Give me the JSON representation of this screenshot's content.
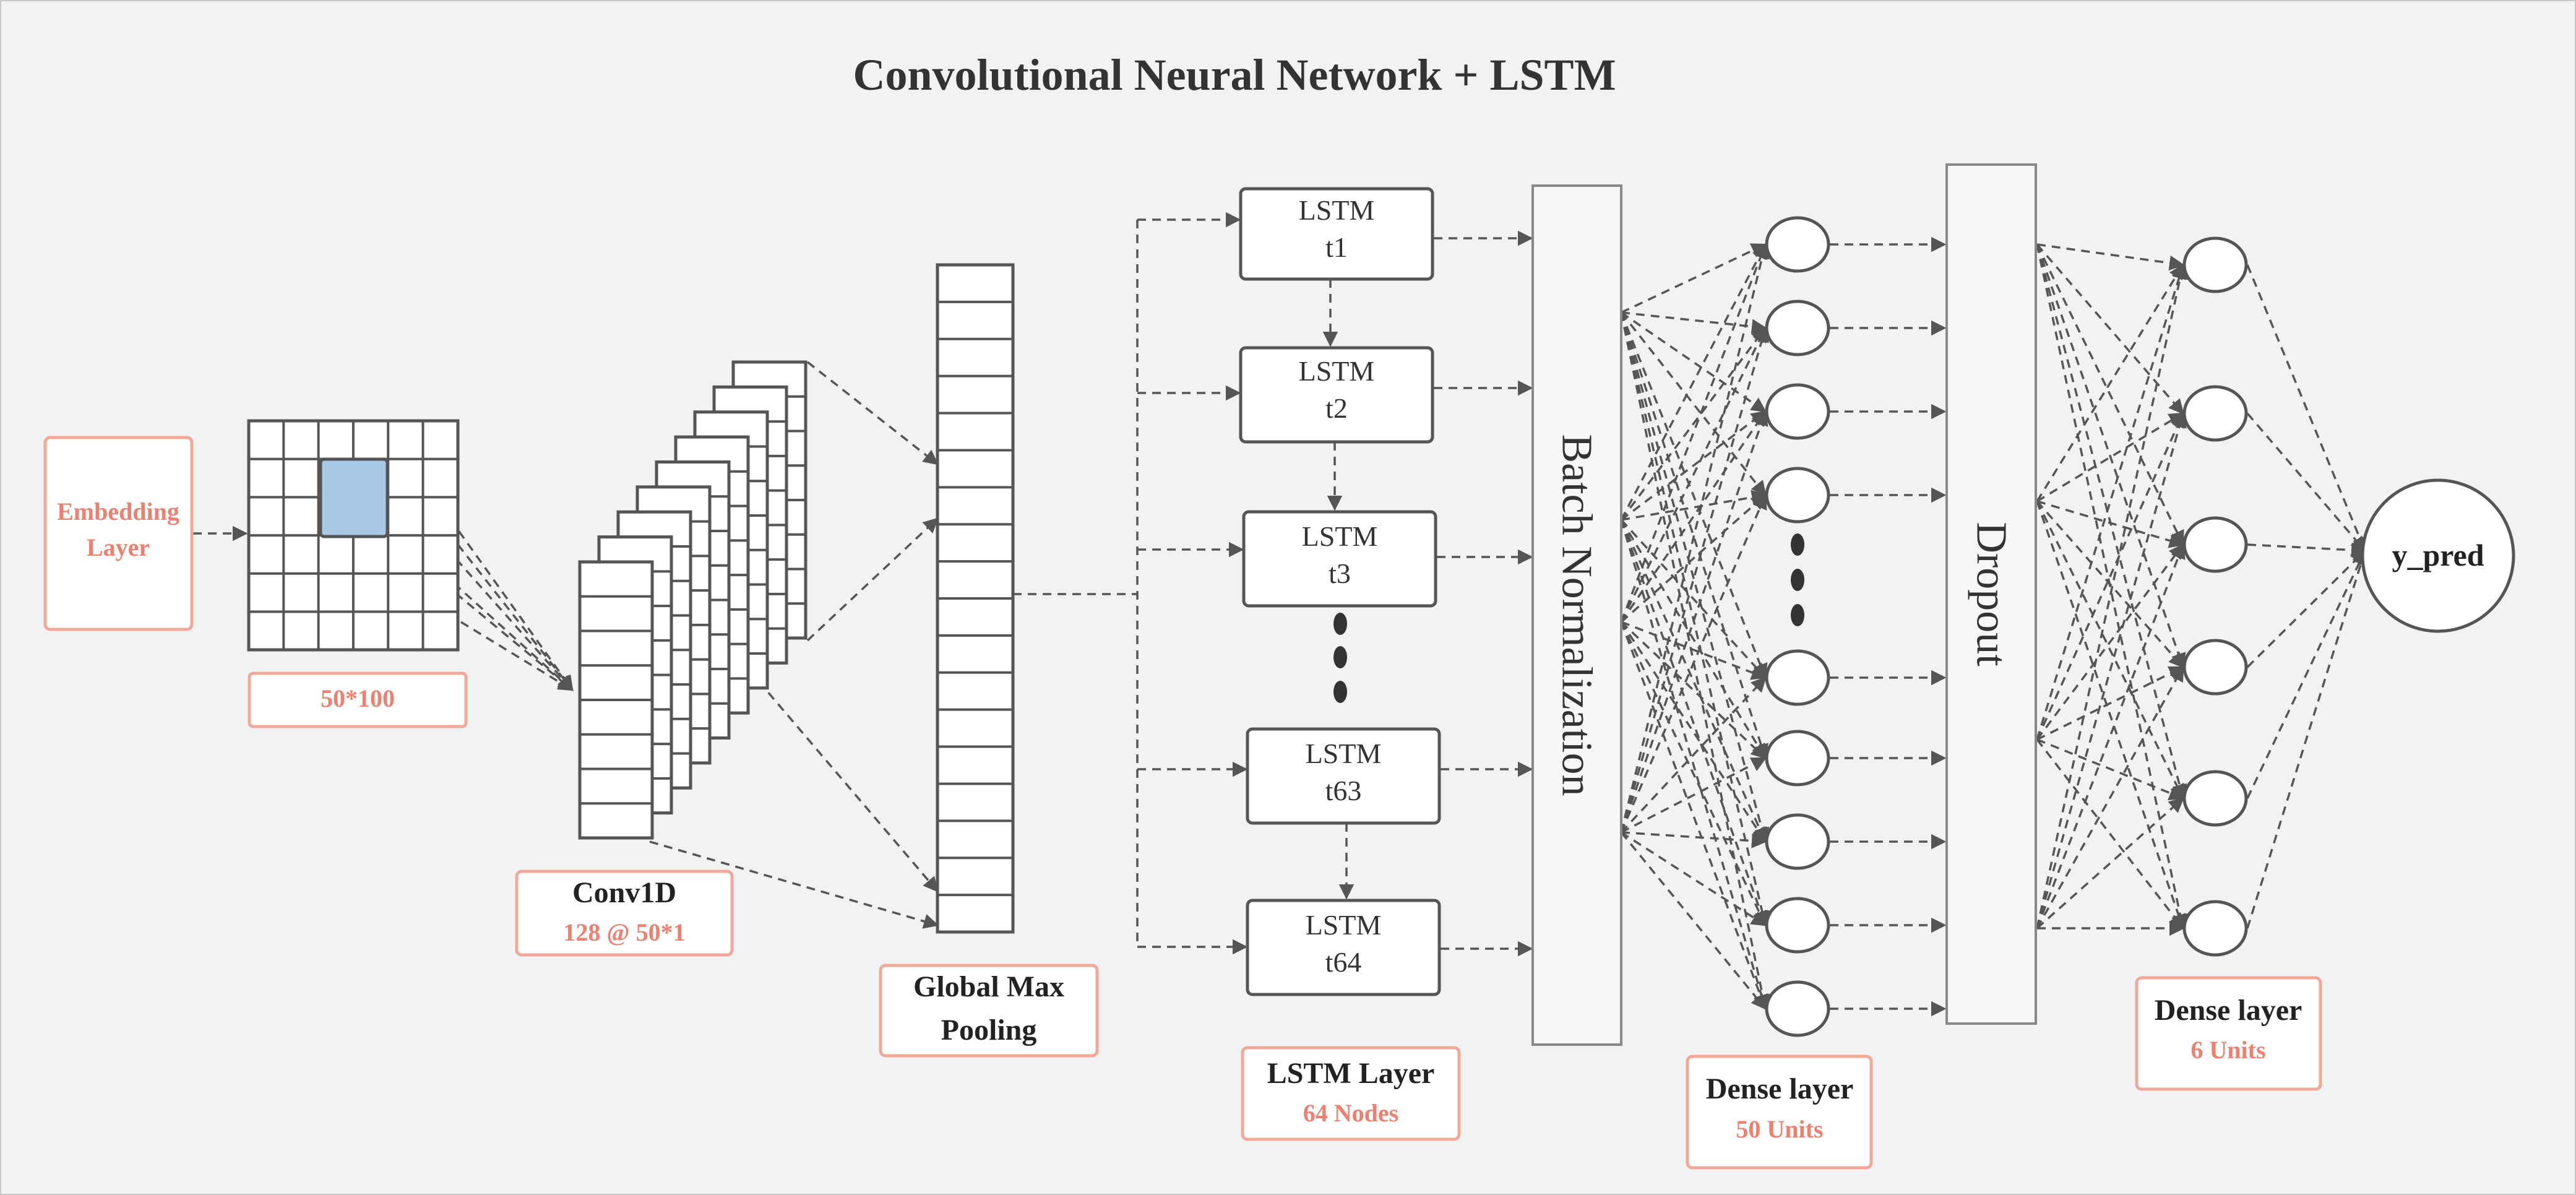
{
  "title": "Convolutional Neural Network + LSTM",
  "colors": {
    "background": "#f1f2f4",
    "stroke": "#555555",
    "accent": "#ee8070",
    "highlight": "#a7c8e6",
    "caption_border": "#f2a898"
  },
  "embedding": {
    "label_line1": "Embedding",
    "label_line2": "Layer",
    "shape": "50*100"
  },
  "conv": {
    "name": "Conv1D",
    "detail": "128 @ 50*1"
  },
  "pooling": {
    "line1": "Global Max",
    "line2": "Pooling"
  },
  "lstm": {
    "cells": [
      {
        "name": "LSTM",
        "step": "t1"
      },
      {
        "name": "LSTM",
        "step": "t2"
      },
      {
        "name": "LSTM",
        "step": "t3"
      },
      {
        "name": "LSTM",
        "step": "t63"
      },
      {
        "name": "LSTM",
        "step": "t64"
      }
    ],
    "caption": "LSTM Layer",
    "detail": "64 Nodes"
  },
  "batch_norm": {
    "label": "Batch Normalization"
  },
  "dense1": {
    "caption": "Dense layer",
    "detail": "50 Units"
  },
  "dropout": {
    "label": "Dropout"
  },
  "dense2": {
    "caption": "Dense layer",
    "detail": "6 Units"
  },
  "output": {
    "label": "y_pred"
  }
}
